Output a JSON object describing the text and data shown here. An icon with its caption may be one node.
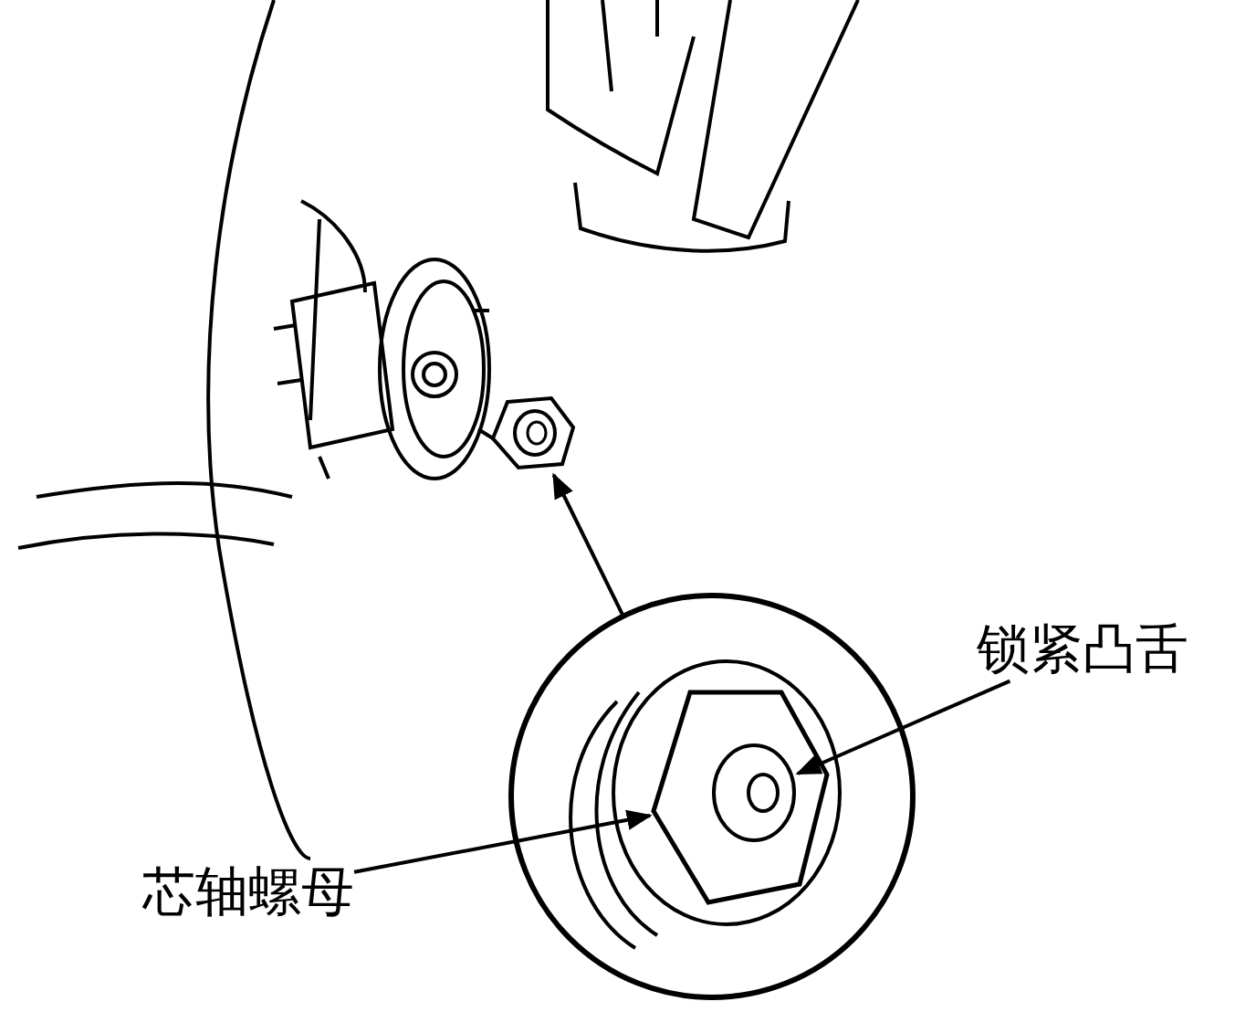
{
  "diagram": {
    "nodes": [
      {
        "text": [
          "锁紧凸舌"
        ]
      },
      {
        "text": [
          "芯轴螺母"
        ]
      },
      {
        "text": [],
        "shape": "picture"
      },
      {
        "text": [],
        "shape": "circle"
      },
      {
        "text": [],
        "shape": "picture",
        "in": 5
      },
      {
        "text": [],
        "shape": "picture",
        "in": 3
      }
    ],
    "edges": [
      {
        "from": 0,
        "to": 4,
        "arrow": "to"
      },
      {
        "from": 1,
        "to": 5,
        "arrow": "to"
      },
      {
        "from": 3,
        "to": 2,
        "arrow": "to"
      }
    ]
  }
}
